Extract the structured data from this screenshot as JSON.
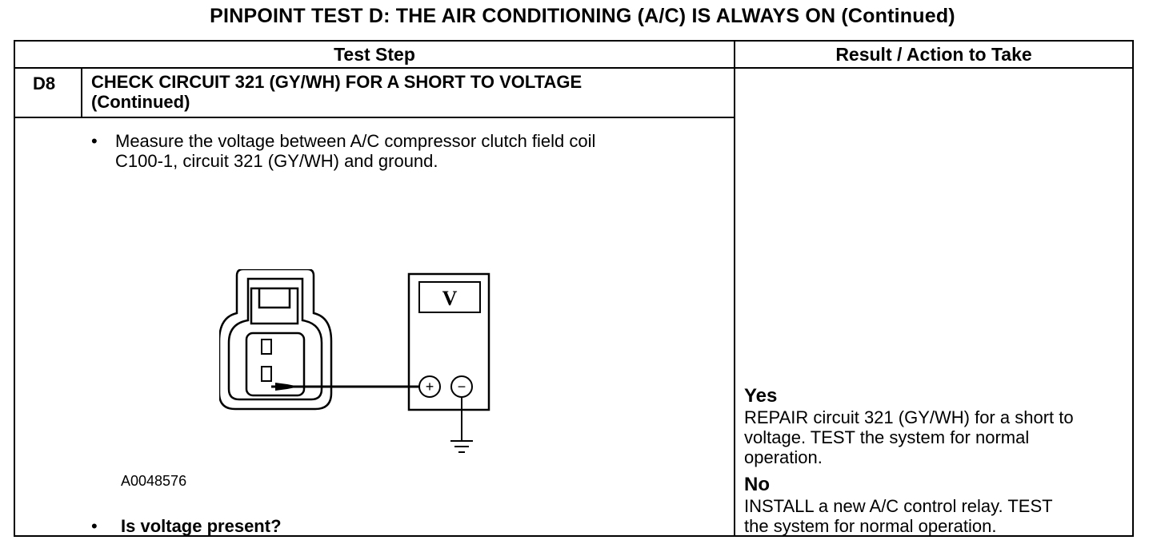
{
  "title": "PINPOINT TEST  D: THE AIR CONDITIONING (A/C) IS ALWAYS ON (Continued)",
  "headers": {
    "test_step": "Test Step",
    "result": "Result / Action to Take"
  },
  "step": {
    "id": "D8",
    "title_line1": "CHECK CIRCUIT 321 (GY/WH) FOR A SHORT TO VOLTAGE",
    "title_line2": "(Continued)",
    "instruction_line1": "Measure the voltage between A/C compressor clutch field coil",
    "instruction_line2": "C100-1, circuit 321 (GY/WH) and ground.",
    "figure_code": "A0048576",
    "question": "Is voltage present?"
  },
  "meter": {
    "display": "V",
    "plus": "+",
    "minus": "−"
  },
  "results": {
    "yes_label": "Yes",
    "yes_line1": "REPAIR circuit 321 (GY/WH) for a short to",
    "yes_line2": "voltage. TEST the system for normal",
    "yes_line3": "operation.",
    "no_label": "No",
    "no_line1": "INSTALL a new A/C control relay. TEST",
    "no_line2": "the system for normal operation."
  },
  "bullet_glyph": "•"
}
